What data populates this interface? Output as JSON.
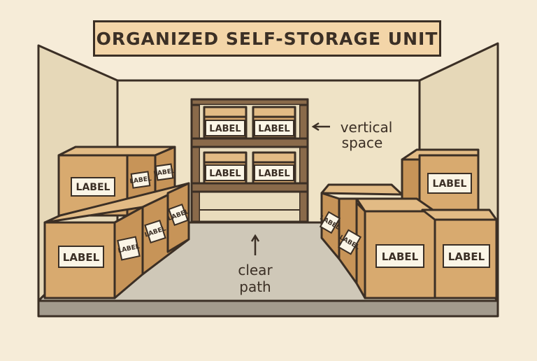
{
  "title": "ORGANIZED SELF-STORAGE UNIT",
  "box_label": "LABEL",
  "annotations": {
    "vertical_space": [
      "vertical",
      "space"
    ],
    "clear_path": [
      "clear",
      "path"
    ]
  },
  "colors": {
    "background": "#f6ecd8",
    "wall_back": "#efe3c6",
    "wall_side": "#e6d8b8",
    "floor": "#cfc8b8",
    "box_front": "#d8aa6f",
    "box_side": "#c79458",
    "box_top": "#e2bb85",
    "shelf_wood": "#8a6a4a",
    "outline": "#3b2f25",
    "banner": "#f3d5a8"
  }
}
